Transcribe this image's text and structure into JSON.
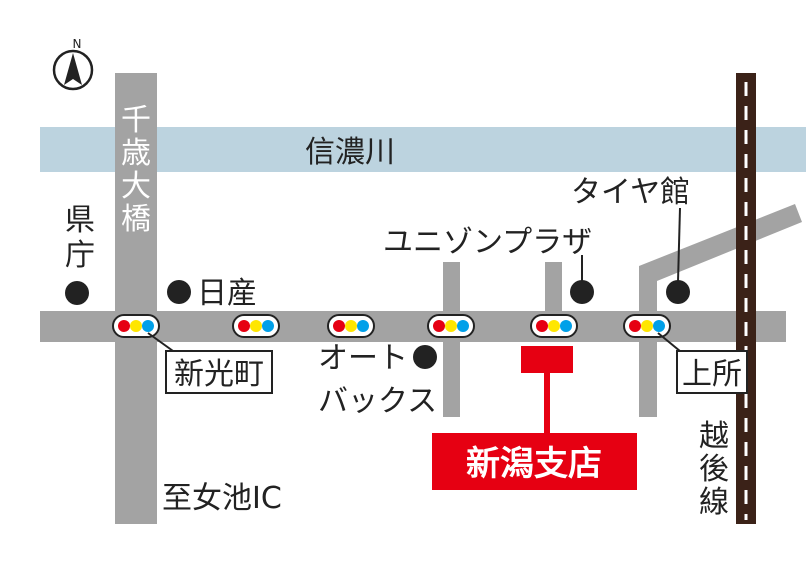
{
  "map": {
    "colors": {
      "road": "#a3a3a3",
      "river": "#bcd3df",
      "rail": "#3b2218",
      "accent": "#e60012",
      "signal_red": "#e60012",
      "signal_yellow": "#ffe600",
      "signal_blue": "#00a0e9"
    },
    "compass": {
      "label": "N",
      "icon": "north-arrow-icon"
    },
    "river": {
      "label": "信濃川"
    },
    "roads": {
      "main_vertical": {
        "label_chars": [
          "千",
          "歳",
          "大",
          "橋"
        ]
      },
      "south_direction": {
        "label": "至女池IC"
      }
    },
    "railway": {
      "label_chars": [
        "越",
        "後",
        "線"
      ]
    },
    "landmarks": {
      "prefectural_office": {
        "label_chars": [
          "県",
          "庁"
        ]
      },
      "nissan": {
        "label": "日産"
      },
      "autobacs": {
        "label_line1": "オート",
        "label_line2": "バックス"
      },
      "unizon_plaza": {
        "label": "ユニゾンプラザ"
      },
      "tire_hall": {
        "label": "タイヤ館"
      }
    },
    "intersections": {
      "shinkocho": {
        "label": "新光町"
      },
      "kamitokoro": {
        "label": "上所"
      }
    },
    "store": {
      "label": "新潟支店"
    }
  }
}
